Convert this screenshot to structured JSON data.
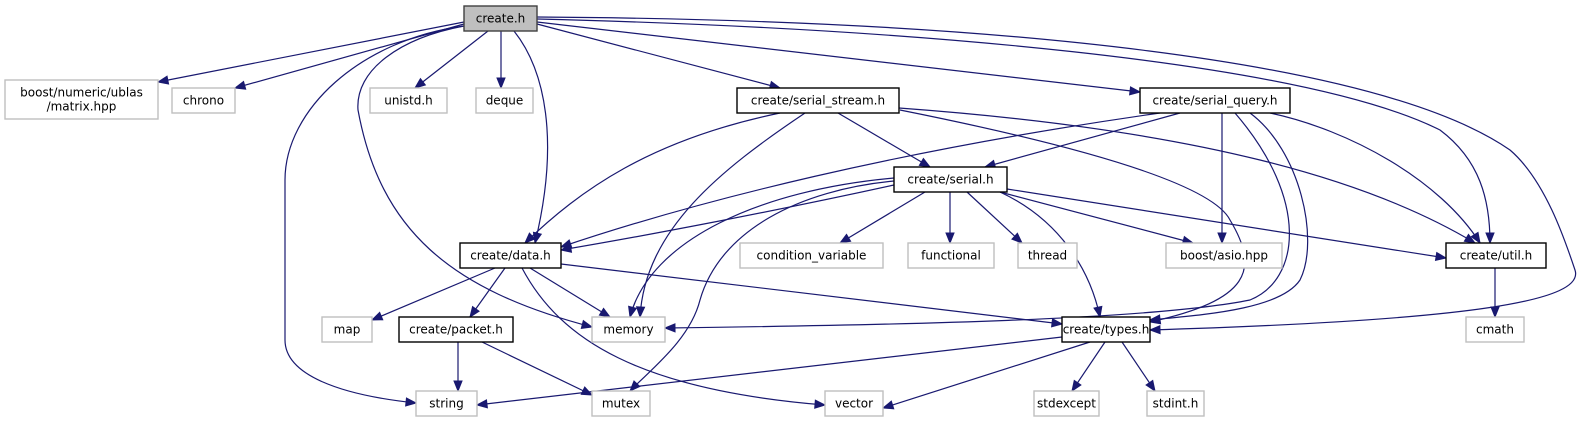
{
  "graph": {
    "title": "create.h include dependency graph",
    "colors": {
      "edge": "#191970",
      "root_fill": "#bfbfbf",
      "root_border": "#404040",
      "local_border": "#000000",
      "external_border": "#bfbfbf"
    },
    "nodes": [
      {
        "id": "create_h",
        "label": "create.h",
        "kind": "root"
      },
      {
        "id": "matrix_hpp",
        "label": "boost/numeric/ublas\n/matrix.hpp",
        "kind": "external"
      },
      {
        "id": "chrono",
        "label": "chrono",
        "kind": "external"
      },
      {
        "id": "unistd_h",
        "label": "unistd.h",
        "kind": "external"
      },
      {
        "id": "deque",
        "label": "deque",
        "kind": "external"
      },
      {
        "id": "serial_stream_h",
        "label": "create/serial_stream.h",
        "kind": "local"
      },
      {
        "id": "serial_query_h",
        "label": "create/serial_query.h",
        "kind": "local"
      },
      {
        "id": "serial_h",
        "label": "create/serial.h",
        "kind": "local"
      },
      {
        "id": "data_h",
        "label": "create/data.h",
        "kind": "local"
      },
      {
        "id": "condition_variable",
        "label": "condition_variable",
        "kind": "external"
      },
      {
        "id": "functional",
        "label": "functional",
        "kind": "external"
      },
      {
        "id": "thread",
        "label": "thread",
        "kind": "external"
      },
      {
        "id": "asio_hpp",
        "label": "boost/asio.hpp",
        "kind": "external"
      },
      {
        "id": "util_h",
        "label": "create/util.h",
        "kind": "local"
      },
      {
        "id": "map",
        "label": "map",
        "kind": "external"
      },
      {
        "id": "packet_h",
        "label": "create/packet.h",
        "kind": "local"
      },
      {
        "id": "memory",
        "label": "memory",
        "kind": "external"
      },
      {
        "id": "types_h",
        "label": "create/types.h",
        "kind": "local"
      },
      {
        "id": "cmath",
        "label": "cmath",
        "kind": "external"
      },
      {
        "id": "string",
        "label": "string",
        "kind": "external"
      },
      {
        "id": "mutex",
        "label": "mutex",
        "kind": "external"
      },
      {
        "id": "vector",
        "label": "vector",
        "kind": "external"
      },
      {
        "id": "stdexcept",
        "label": "stdexcept",
        "kind": "external"
      },
      {
        "id": "stdint_h",
        "label": "stdint.h",
        "kind": "external"
      }
    ],
    "edges": [
      {
        "from": "create_h",
        "to": "matrix_hpp"
      },
      {
        "from": "create_h",
        "to": "chrono"
      },
      {
        "from": "create_h",
        "to": "string"
      },
      {
        "from": "create_h",
        "to": "memory"
      },
      {
        "from": "create_h",
        "to": "unistd_h"
      },
      {
        "from": "create_h",
        "to": "deque"
      },
      {
        "from": "create_h",
        "to": "data_h"
      },
      {
        "from": "create_h",
        "to": "serial_stream_h"
      },
      {
        "from": "create_h",
        "to": "serial_query_h"
      },
      {
        "from": "create_h",
        "to": "util_h"
      },
      {
        "from": "create_h",
        "to": "types_h"
      },
      {
        "from": "serial_stream_h",
        "to": "data_h"
      },
      {
        "from": "serial_stream_h",
        "to": "memory"
      },
      {
        "from": "serial_stream_h",
        "to": "serial_h"
      },
      {
        "from": "serial_stream_h",
        "to": "types_h"
      },
      {
        "from": "serial_stream_h",
        "to": "util_h"
      },
      {
        "from": "serial_query_h",
        "to": "data_h"
      },
      {
        "from": "serial_query_h",
        "to": "serial_h"
      },
      {
        "from": "serial_query_h",
        "to": "asio_hpp"
      },
      {
        "from": "serial_query_h",
        "to": "memory"
      },
      {
        "from": "serial_query_h",
        "to": "types_h"
      },
      {
        "from": "serial_query_h",
        "to": "util_h"
      },
      {
        "from": "serial_h",
        "to": "data_h"
      },
      {
        "from": "serial_h",
        "to": "memory"
      },
      {
        "from": "serial_h",
        "to": "mutex"
      },
      {
        "from": "serial_h",
        "to": "condition_variable"
      },
      {
        "from": "serial_h",
        "to": "functional"
      },
      {
        "from": "serial_h",
        "to": "thread"
      },
      {
        "from": "serial_h",
        "to": "asio_hpp"
      },
      {
        "from": "serial_h",
        "to": "types_h"
      },
      {
        "from": "serial_h",
        "to": "util_h"
      },
      {
        "from": "data_h",
        "to": "map"
      },
      {
        "from": "data_h",
        "to": "packet_h"
      },
      {
        "from": "data_h",
        "to": "memory"
      },
      {
        "from": "data_h",
        "to": "vector"
      },
      {
        "from": "data_h",
        "to": "types_h"
      },
      {
        "from": "packet_h",
        "to": "string"
      },
      {
        "from": "packet_h",
        "to": "mutex"
      },
      {
        "from": "types_h",
        "to": "string"
      },
      {
        "from": "types_h",
        "to": "vector"
      },
      {
        "from": "types_h",
        "to": "stdexcept"
      },
      {
        "from": "types_h",
        "to": "stdint_h"
      },
      {
        "from": "util_h",
        "to": "cmath"
      }
    ]
  }
}
